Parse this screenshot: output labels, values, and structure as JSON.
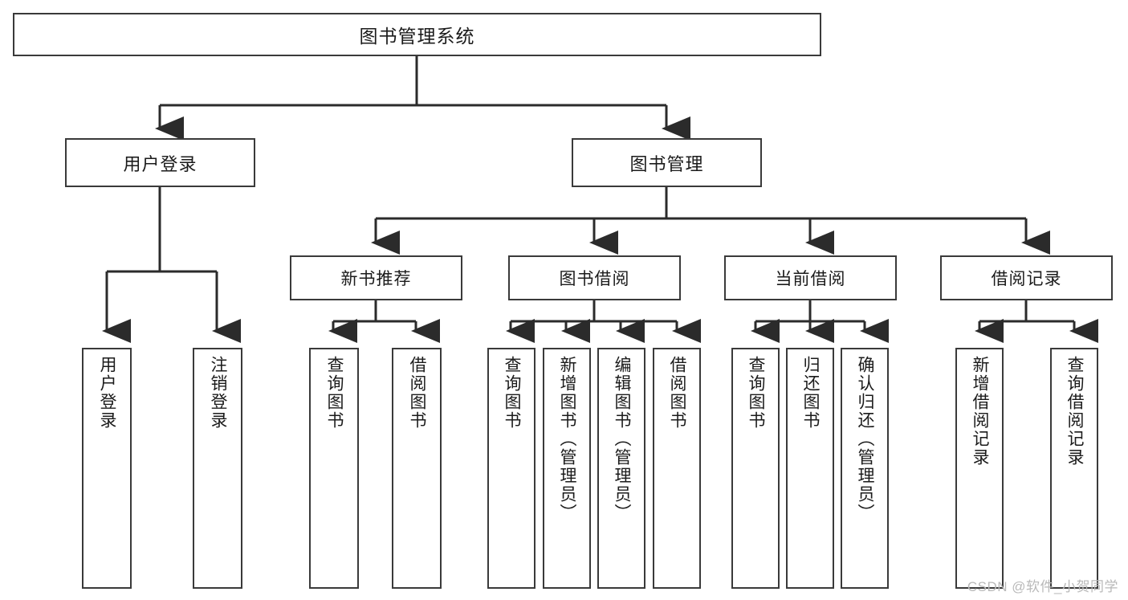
{
  "diagram": {
    "type": "tree-hierarchy",
    "title": "图书管理系统",
    "watermark": "CSDN @软件_小贺同学",
    "colors": {
      "background": "#ffffff",
      "node_fill": "#ffffff",
      "node_stroke": "#3a3a3a",
      "connector": "#2b2b2b",
      "text": "#1b1b1b",
      "watermark": "#b9b9b9"
    },
    "root": {
      "label": "图书管理系统"
    },
    "level2": [
      {
        "label": "用户登录"
      },
      {
        "label": "图书管理"
      }
    ],
    "level3": [
      {
        "label": "新书推荐"
      },
      {
        "label": "图书借阅"
      },
      {
        "label": "当前借阅"
      },
      {
        "label": "借阅记录"
      }
    ],
    "leaves": {
      "user_login": [
        {
          "label": "用户登录"
        },
        {
          "label": "注销登录"
        }
      ],
      "new_book_recommend": [
        {
          "label": "查询图书"
        },
        {
          "label": "借阅图书"
        }
      ],
      "book_borrow": [
        {
          "label": "查询图书"
        },
        {
          "label": "新增图书（管理员）"
        },
        {
          "label": "编辑图书（管理员）"
        },
        {
          "label": "借阅图书"
        }
      ],
      "current_borrow": [
        {
          "label": "查询图书"
        },
        {
          "label": "归还图书"
        },
        {
          "label": "确认归还（管理员）"
        }
      ],
      "borrow_record": [
        {
          "label": "新增借阅记录"
        },
        {
          "label": "查询借阅记录"
        }
      ]
    }
  }
}
